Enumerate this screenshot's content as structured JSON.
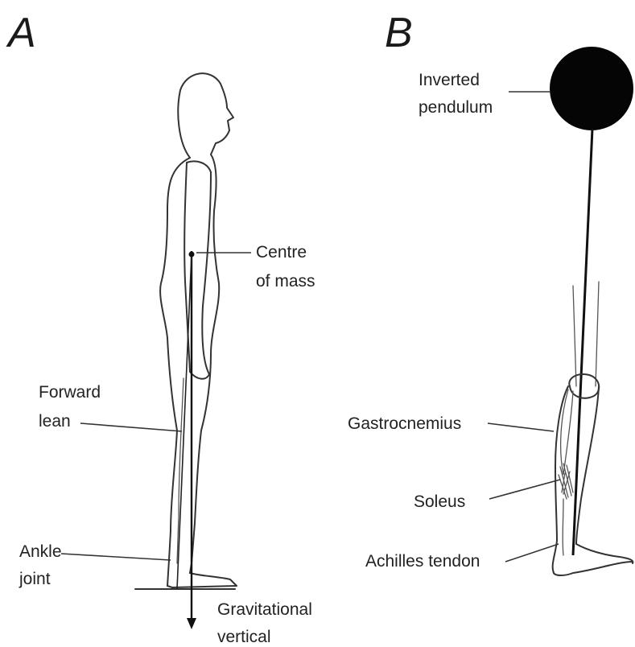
{
  "panel_a": {
    "letter": "A",
    "labels": {
      "centre_of_mass_1": "Centre",
      "centre_of_mass_2": "of mass",
      "forward_lean_1": "Forward",
      "forward_lean_2": "lean",
      "ankle_joint_1": "Ankle",
      "ankle_joint_2": "joint",
      "grav_vertical_1": "Gravitational",
      "grav_vertical_2": "vertical"
    }
  },
  "panel_b": {
    "letter": "B",
    "labels": {
      "inverted_pendulum_1": "Inverted",
      "inverted_pendulum_2": "pendulum",
      "gastrocnemius": "Gastrocnemius",
      "soleus": "Soleus",
      "achilles_tendon": "Achilles tendon"
    }
  },
  "colors": {
    "ink": "#222222",
    "pendulum_mass": "#050505",
    "background": "#ffffff"
  }
}
